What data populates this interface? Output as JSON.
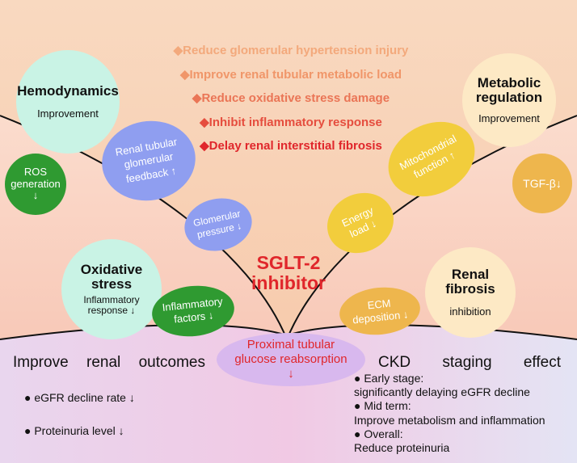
{
  "colors": {
    "top_bg": "#f7cdb0",
    "center_bg": "#f3a77a",
    "side_bg": "#fad8c8",
    "bottom_left_bg": "#e9d9f0",
    "bottom_right_bg": "#e6e6f5",
    "green": "#2f9a31",
    "blue": "#8f9ef0",
    "yellow": "#f2cd3c",
    "gold": "#eeb64d",
    "mint": "#c9f3e5",
    "peach": "#fde9c5",
    "lavender": "#d8b8ee",
    "accent_red": "#e0262b"
  },
  "benefits": [
    {
      "text": "◆Reduce glomerular hypertension injury",
      "color": "#f3a97c"
    },
    {
      "text": "◆Improve renal tubular metabolic load",
      "color": "#f09669"
    },
    {
      "text": "◆Reduce oxidative stress damage",
      "color": "#ea7556"
    },
    {
      "text": "◆Inhibit inflammatory response",
      "color": "#e54d3e"
    },
    {
      "text": "◆Delay renal interstitial fibrosis",
      "color": "#e0262b"
    }
  ],
  "hemodynamics": {
    "title": "Hemodynamics",
    "subtitle": "Improvement"
  },
  "metabolic": {
    "title_line1": "Metabolic",
    "title_line2": "regulation",
    "subtitle": "Improvement"
  },
  "oxidative": {
    "title_line1": "Oxidative",
    "title_line2": "stress",
    "sub_line1": "Inflammatory",
    "sub_line2": "response ↓"
  },
  "fibrosis": {
    "title_line1": "Renal",
    "title_line2": "fibrosis",
    "subtitle": "inhibition"
  },
  "ros": {
    "line1": "ROS",
    "line2": "generation",
    "line3": "↓"
  },
  "tgf": {
    "text": "TGF-β↓"
  },
  "feedback": {
    "line1": "Renal tubular",
    "line2": "glomerular",
    "line3": "feedback ↑"
  },
  "pressure": {
    "line1": "Glomerular",
    "line2": "pressure ↓"
  },
  "mito": {
    "line1": "Mitochondrial",
    "line2": "function ↑"
  },
  "energy": {
    "line1": "Energy",
    "line2": "load ↓"
  },
  "inflam": {
    "line1": "Inflammatory",
    "line2": "factors ↓"
  },
  "ecm": {
    "line1": "ECM",
    "line2": "deposition ↓"
  },
  "sglt": {
    "line1": "SGLT-2",
    "line2": "inhibitor"
  },
  "proximal": {
    "line1": "Proximal tubular",
    "line2": "glucose reabsorption",
    "line3": "↓"
  },
  "outcomes": {
    "heading_words": [
      "Improve",
      "renal",
      "outcomes"
    ],
    "items": [
      "● eGFR decline rate ↓",
      "● Proteinuria level ↓"
    ]
  },
  "ckd": {
    "heading_words": [
      "CKD",
      "staging",
      "effect"
    ],
    "lines": [
      "● Early stage:",
      "significantly delaying eGFR decline",
      "● Mid term:",
      "Improve metabolism and inflammation",
      "● Overall:",
      "Reduce proteinuria"
    ]
  }
}
